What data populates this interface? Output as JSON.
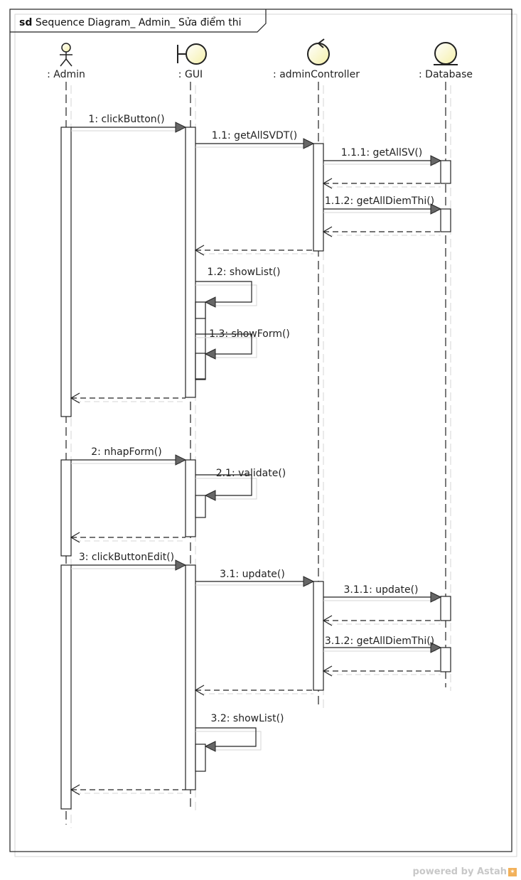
{
  "frame": {
    "keyword": "sd",
    "title": "Sequence Diagram_ Admin_ Sửa điểm thi"
  },
  "lifelines": [
    {
      "id": "admin",
      "name": ": Admin",
      "kind": "actor",
      "icon": "actor-icon"
    },
    {
      "id": "gui",
      "name": ": GUI",
      "kind": "boundary",
      "icon": "boundary-icon"
    },
    {
      "id": "controller",
      "name": ": adminController",
      "kind": "control",
      "icon": "control-icon"
    },
    {
      "id": "database",
      "name": ": Database",
      "kind": "entity",
      "icon": "entity-icon"
    }
  ],
  "messages": [
    {
      "label": "1: clickButton()",
      "from": "admin",
      "to": "gui",
      "type": "sync"
    },
    {
      "label": "1.1: getAllSVDT()",
      "from": "gui",
      "to": "controller",
      "type": "sync"
    },
    {
      "label": "1.1.1: getAllSV()",
      "from": "controller",
      "to": "database",
      "type": "sync"
    },
    {
      "label": "",
      "from": "database",
      "to": "controller",
      "type": "return"
    },
    {
      "label": "1.1.2: getAllDiemThi()",
      "from": "controller",
      "to": "database",
      "type": "sync"
    },
    {
      "label": "",
      "from": "database",
      "to": "controller",
      "type": "return"
    },
    {
      "label": "",
      "from": "controller",
      "to": "gui",
      "type": "return"
    },
    {
      "label": "1.2: showList()",
      "from": "gui",
      "to": "gui",
      "type": "self"
    },
    {
      "label": "1.3: showForm()",
      "from": "gui",
      "to": "gui",
      "type": "self"
    },
    {
      "label": "",
      "from": "gui",
      "to": "admin",
      "type": "return"
    },
    {
      "label": "2: nhapForm()",
      "from": "admin",
      "to": "gui",
      "type": "sync"
    },
    {
      "label": "2.1: validate()",
      "from": "gui",
      "to": "gui",
      "type": "self"
    },
    {
      "label": "",
      "from": "gui",
      "to": "admin",
      "type": "return"
    },
    {
      "label": "3: clickButtonEdit()",
      "from": "admin",
      "to": "gui",
      "type": "sync"
    },
    {
      "label": "3.1: update()",
      "from": "gui",
      "to": "controller",
      "type": "sync"
    },
    {
      "label": "3.1.1: update()",
      "from": "controller",
      "to": "database",
      "type": "sync"
    },
    {
      "label": "",
      "from": "database",
      "to": "controller",
      "type": "return"
    },
    {
      "label": "3.1.2: getAllDiemThi()",
      "from": "controller",
      "to": "database",
      "type": "sync"
    },
    {
      "label": "",
      "from": "database",
      "to": "controller",
      "type": "return"
    },
    {
      "label": "",
      "from": "controller",
      "to": "gui",
      "type": "return"
    },
    {
      "label": "3.2: showList()",
      "from": "gui",
      "to": "gui",
      "type": "self"
    },
    {
      "label": "",
      "from": "gui",
      "to": "admin",
      "type": "return"
    }
  ],
  "footer": {
    "text": "powered by Astah"
  }
}
